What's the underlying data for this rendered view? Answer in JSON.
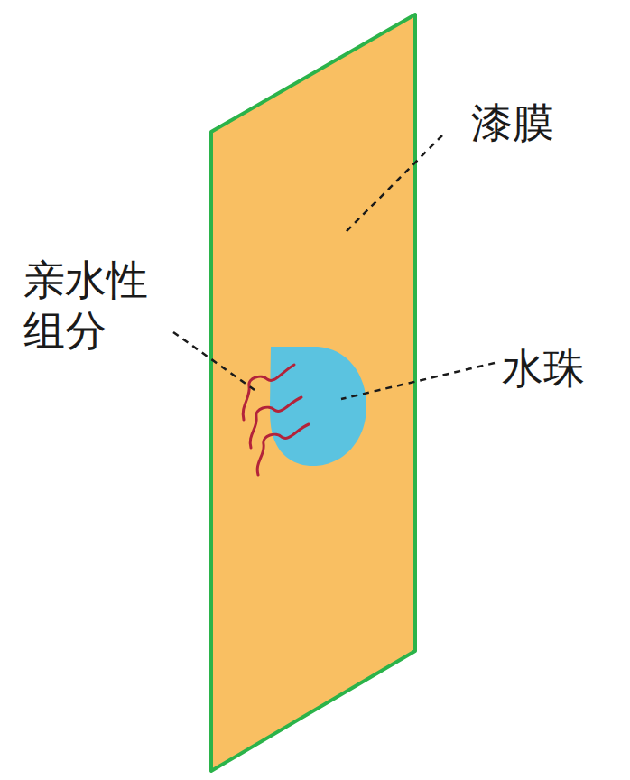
{
  "diagram": {
    "labels": [
      "漆膜",
      "亲水性 组分",
      "水珠"
    ]
  }
}
